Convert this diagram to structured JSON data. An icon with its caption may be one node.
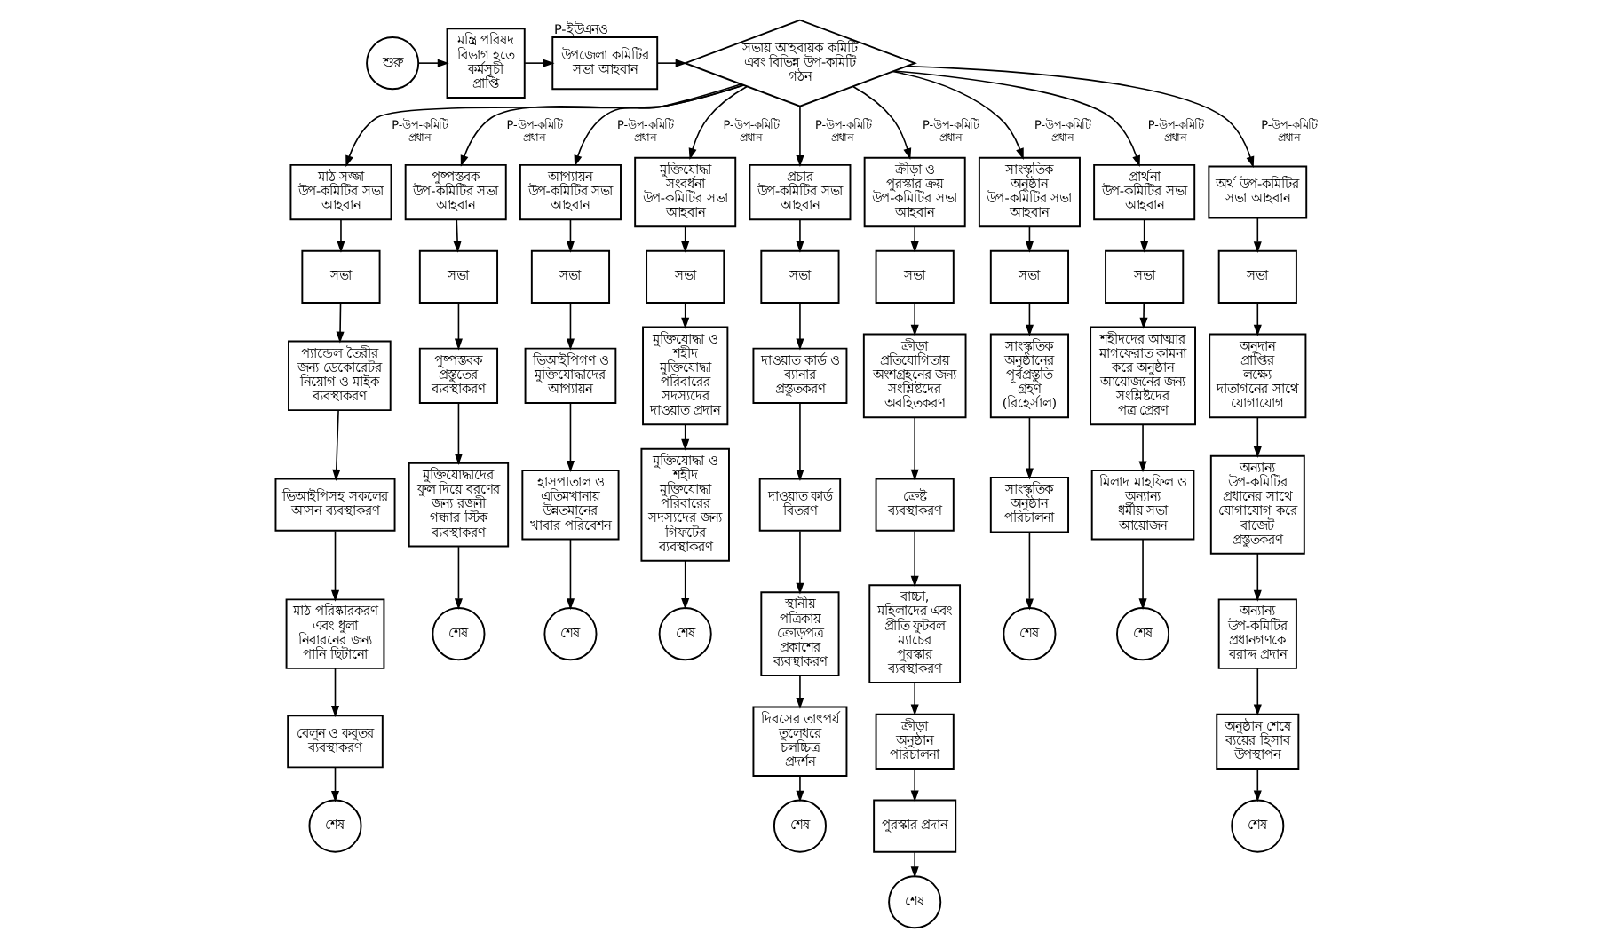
{
  "diagram": {
    "nodes": [
      {
        "text": [
          "শুরু"
        ]
      },
      {
        "text": [
          "মন্ত্রি পরিষদ বিভাগ হতে কর্মসূচী প্রাপ্তি"
        ]
      },
      {
        "text": [
          "উপজেলা কমিটির সভা আহবান"
        ],
        "beside": [
          "P-ইউএনও"
        ]
      },
      {
        "text": [
          "সভায় আহবায়ক কমিটি এবং বিভিন্ন উপ-কমিটি গঠন"
        ]
      },
      {
        "text": [
          "মাঠ সজ্জা উপ-কমিটির সভা আহবান"
        ]
      },
      {
        "text": [
          "সভা"
        ]
      },
      {
        "text": [
          "প্যান্ডেল তৈরীর জন্য ডেকোরেটর নিয়োগ ও মাইক ব্যবস্থাকরণ"
        ]
      },
      {
        "text": [
          "ভিআইপিসহ সকলের আসন ব্যবস্থাকরণ"
        ]
      },
      {
        "text": [
          "মাঠ পরিষ্কারকরণ এবং ধুলা নিবারনের জন্য পানি ছিটানো"
        ]
      },
      {
        "text": [
          "বেলুন ও কবুতর ব্যবস্থাকরণ"
        ]
      },
      {
        "text": [
          "শেষ"
        ]
      },
      {
        "text": [
          "পুষ্পস্তবক উপ-কমিটির সভা আহবান"
        ]
      },
      {
        "text": [
          "সভা"
        ]
      },
      {
        "text": [
          "পুষ্পস্তবক প্রস্তুতের ব্যবস্থাকরণ"
        ]
      },
      {
        "text": [
          "মুক্তিযোদ্ধাদের ফুল দিয়ে বরণের জন্য রজনী গন্ধার স্টিক ব্যবস্থাকরণ"
        ]
      },
      {
        "text": [
          "শেষ"
        ]
      },
      {
        "text": [
          "আপ্যায়ন উপ-কমিটির সভা আহবান"
        ]
      },
      {
        "text": [
          "সভা"
        ]
      },
      {
        "text": [
          "ভিআইপিগণ ও মুক্তিযোদ্ধাদের আপ্যায়ন"
        ]
      },
      {
        "text": [
          "হাসপাতাল ও এতিমখানায় উন্নতমানের খাবার পরিবেশন"
        ]
      },
      {
        "text": [
          "শেষ"
        ]
      },
      {
        "text": [
          "মুক্তিযোদ্ধা সংবর্ধনা উপ-কমিটির সভা আহবান"
        ]
      },
      {
        "text": [
          "সভা"
        ]
      },
      {
        "text": [
          "মুক্তিযোদ্ধা ও শহীদ মুক্তিযোদ্ধা পরিবারের সদস্যদের দাওয়াত প্রদান"
        ]
      },
      {
        "text": [
          "মুক্তিযোদ্ধা ও শহীদ মুক্তিযোদ্ধা পরিবারের সদস্যদের জন্য গিফটের ব্যবস্থাকরণ"
        ]
      },
      {
        "text": [
          "শেষ"
        ]
      },
      {
        "text": [
          "প্রচার উপ-কমিটির সভা আহবান"
        ]
      },
      {
        "text": [
          "সভা"
        ]
      },
      {
        "text": [
          "দাওয়াত কার্ড ও ব্যানার প্রস্তুতকরণ"
        ]
      },
      {
        "text": [
          "দাওয়াত কার্ড বিতরণ"
        ]
      },
      {
        "text": [
          "স্থানীয় পত্রিকায় ক্রোড়পত্র প্রকাশের ব্যবস্থাকরণ"
        ]
      },
      {
        "text": [
          "দিবসের তাৎপর্য তুলেধরে চলচ্চিত্র প্রদর্শন"
        ]
      },
      {
        "text": [
          "শেষ"
        ]
      },
      {
        "text": [
          "ক্রীড়া ও পুরস্কার ক্রয় উপ-কমিটির সভা আহবান"
        ]
      },
      {
        "text": [
          "সভা"
        ]
      },
      {
        "text": [
          "ক্রীড়া প্রতিযোগিতায় অংশগ্রহনের জন্য সংশ্লিষ্টদের অবহিতকরণ"
        ]
      },
      {
        "text": [
          "ক্রেষ্ট ব্যবস্থাকরণ"
        ]
      },
      {
        "text": [
          "বাচ্চা, মহিলাদের এবং প্রীতি ফুটবল ম্যাচের পুরস্কার ব্যবস্থাকরণ"
        ]
      },
      {
        "text": [
          "ক্রীড়া অনুষ্ঠান পরিচালনা"
        ]
      },
      {
        "text": [
          "পুরস্কার প্রদান"
        ]
      },
      {
        "text": [
          "শেষ"
        ]
      },
      {
        "text": [
          "সাংস্কৃতিক অনুষ্ঠান উপ-কমিটির সভা আহবান"
        ]
      },
      {
        "text": [
          "সভা"
        ]
      },
      {
        "text": [
          "সাংস্কৃতিক অনুষ্ঠানের পূর্বপ্রস্তুতি গ্রহণ (রিহের্সাল)"
        ]
      },
      {
        "text": [
          "সাংস্কৃতিক অনুষ্ঠান পরিচালনা"
        ]
      },
      {
        "text": [
          "শেষ"
        ]
      },
      {
        "text": [
          "প্রার্থনা উপ-কমিটির সভা আহবান"
        ]
      },
      {
        "text": [
          "সভা"
        ]
      },
      {
        "text": [
          "শহীদদের আত্মার মাগফেরাত কামনা করে অনুষ্ঠান আয়োজনের জন্য সংশ্লিষ্টদের পত্র প্রেরণ"
        ]
      },
      {
        "text": [
          "মিলাদ মাহফিল ও অন্যান্য ধর্মীয় সভা আয়োজন"
        ]
      },
      {
        "text": [
          "শেষ"
        ]
      },
      {
        "text": [
          "অর্থ উপ-কমিটির সভা আহবান"
        ]
      },
      {
        "text": [
          "সভা"
        ]
      },
      {
        "text": [
          "অনুদান প্রাপ্তির লক্ষ্যে দাতাগনের সাথে যোগাযোগ"
        ]
      },
      {
        "text": [
          "অন্যান্য উপ-কমিটির প্রধানের সাথে যোগাযোগ করে বাজেট প্রস্তুতকরণ"
        ]
      },
      {
        "text": [
          "অন্যান্য উপ-কমিটির প্রধানগণকে বরাদ্দ প্রদান"
        ]
      },
      {
        "text": [
          "অনুষ্ঠান শেষে ব্যয়ের হিসাব উপস্থাপন"
        ]
      },
      {
        "text": [
          "শেষ"
        ]
      }
    ],
    "edges": [
      {
        "from": 0,
        "to": 1,
        "arrow": "to"
      },
      {
        "from": 1,
        "to": 2,
        "arrow": "to"
      },
      {
        "from": 2,
        "to": 3,
        "arrow": "to"
      },
      {
        "from": 3,
        "to": 4,
        "arrow": "to",
        "label": "P-উপ-কমিটি প্রধান"
      },
      {
        "from": 4,
        "to": 5,
        "arrow": "to"
      },
      {
        "from": 5,
        "to": 6,
        "arrow": "to"
      },
      {
        "from": 6,
        "to": 7,
        "arrow": "to"
      },
      {
        "from": 7,
        "to": 8,
        "arrow": "to"
      },
      {
        "from": 8,
        "to": 9,
        "arrow": "to"
      },
      {
        "from": 9,
        "to": 10,
        "arrow": "to"
      },
      {
        "from": 3,
        "to": 11,
        "arrow": "to",
        "label": "P-উপ-কমিটি প্রধান"
      },
      {
        "from": 11,
        "to": 12,
        "arrow": "to"
      },
      {
        "from": 12,
        "to": 13,
        "arrow": "to"
      },
      {
        "from": 13,
        "to": 14,
        "arrow": "to"
      },
      {
        "from": 14,
        "to": 15,
        "arrow": "to"
      },
      {
        "from": 3,
        "to": 16,
        "arrow": "to",
        "label": "P-উপ-কমিটি প্রধান"
      },
      {
        "from": 16,
        "to": 17,
        "arrow": "to"
      },
      {
        "from": 17,
        "to": 18,
        "arrow": "to"
      },
      {
        "from": 18,
        "to": 19,
        "arrow": "to"
      },
      {
        "from": 19,
        "to": 20,
        "arrow": "to"
      },
      {
        "from": 3,
        "to": 21,
        "arrow": "to",
        "label": "P-উপ-কমিটি প্রধান"
      },
      {
        "from": 21,
        "to": 22,
        "arrow": "to"
      },
      {
        "from": 22,
        "to": 23,
        "arrow": "to"
      },
      {
        "from": 23,
        "to": 24,
        "arrow": "to"
      },
      {
        "from": 24,
        "to": 25,
        "arrow": "to"
      },
      {
        "from": 3,
        "to": 26,
        "arrow": "to",
        "label": "P-উপ-কমিটি প্রধান"
      },
      {
        "from": 26,
        "to": 27,
        "arrow": "to"
      },
      {
        "from": 27,
        "to": 28,
        "arrow": "to"
      },
      {
        "from": 28,
        "to": 29,
        "arrow": "to"
      },
      {
        "from": 29,
        "to": 30,
        "arrow": "to"
      },
      {
        "from": 30,
        "to": 31,
        "arrow": "to"
      },
      {
        "from": 31,
        "to": 32,
        "arrow": "to"
      },
      {
        "from": 3,
        "to": 33,
        "arrow": "to",
        "label": "P-উপ-কমিটি প্রধান"
      },
      {
        "from": 33,
        "to": 34,
        "arrow": "to"
      },
      {
        "from": 34,
        "to": 35,
        "arrow": "to"
      },
      {
        "from": 35,
        "to": 36,
        "arrow": "to"
      },
      {
        "from": 36,
        "to": 37,
        "arrow": "to"
      },
      {
        "from": 37,
        "to": 38,
        "arrow": "to"
      },
      {
        "from": 38,
        "to": 39,
        "arrow": "to"
      },
      {
        "from": 39,
        "to": 40,
        "arrow": "to"
      },
      {
        "from": 3,
        "to": 41,
        "arrow": "to",
        "label": "P-উপ-কমিটি প্রধান"
      },
      {
        "from": 41,
        "to": 42,
        "arrow": "to"
      },
      {
        "from": 42,
        "to": 43,
        "arrow": "to"
      },
      {
        "from": 43,
        "to": 44,
        "arrow": "to"
      },
      {
        "from": 44,
        "to": 45,
        "arrow": "to"
      },
      {
        "from": 3,
        "to": 46,
        "arrow": "to",
        "label": "P-উপ-কমিটি প্রধান"
      },
      {
        "from": 46,
        "to": 47,
        "arrow": "to"
      },
      {
        "from": 47,
        "to": 48,
        "arrow": "to"
      },
      {
        "from": 48,
        "to": 49,
        "arrow": "to"
      },
      {
        "from": 49,
        "to": 50,
        "arrow": "to"
      },
      {
        "from": 3,
        "to": 51,
        "arrow": "to",
        "label": "P-উপ-কমিটি প্রধান"
      },
      {
        "from": 51,
        "to": 52,
        "arrow": "to"
      },
      {
        "from": 52,
        "to": 53,
        "arrow": "to"
      },
      {
        "from": 53,
        "to": 54,
        "arrow": "to"
      },
      {
        "from": 54,
        "to": 55,
        "arrow": "to"
      },
      {
        "from": 55,
        "to": 56,
        "arrow": "to"
      },
      {
        "from": 56,
        "to": 57,
        "arrow": "to"
      }
    ]
  }
}
